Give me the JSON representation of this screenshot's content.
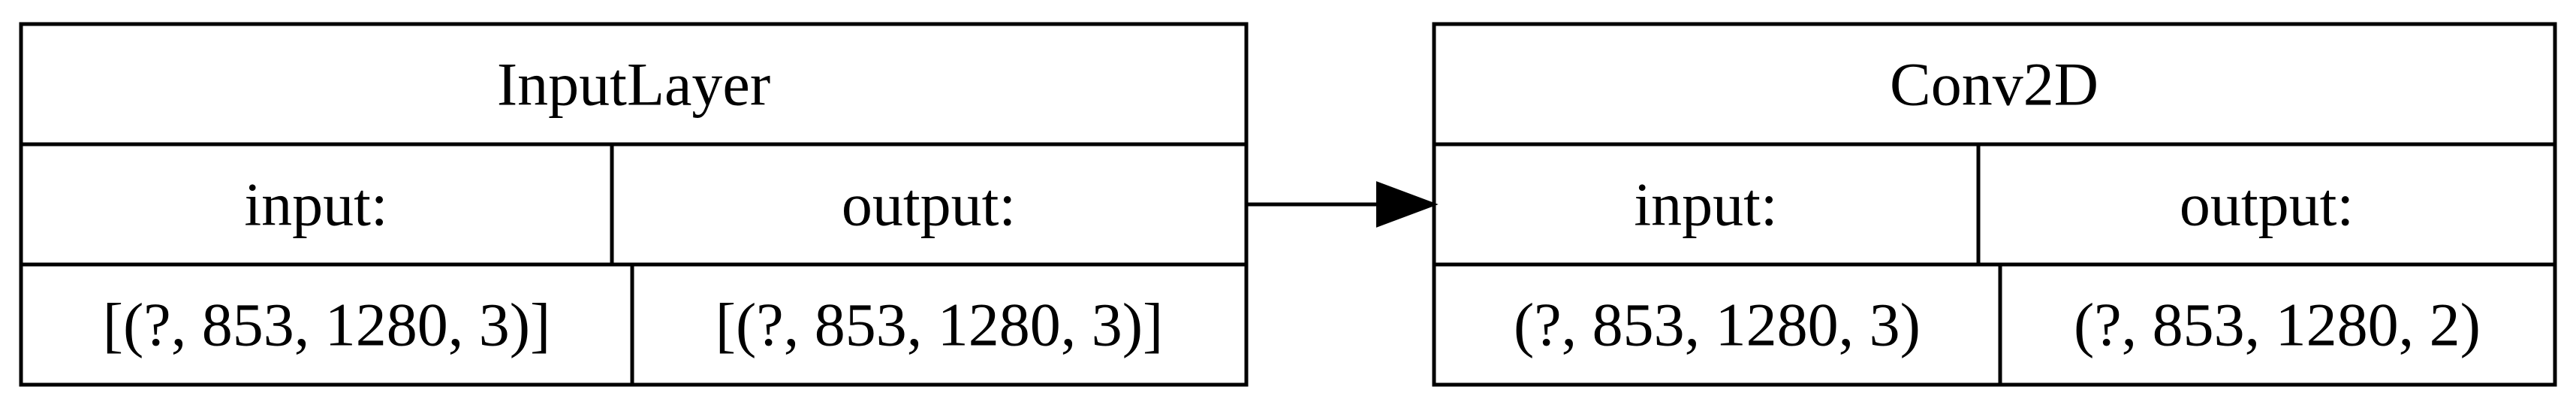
{
  "colors": {
    "stroke": "#000000",
    "background": "#ffffff",
    "text": "#000000"
  },
  "nodes": [
    {
      "title": "InputLayer",
      "input_label": "input:",
      "output_label": "output:",
      "input_shape": "[(?, 853, 1280, 3)]",
      "output_shape": "[(?, 853, 1280, 3)]"
    },
    {
      "title": "Conv2D",
      "input_label": "input:",
      "output_label": "output:",
      "input_shape": "(?, 853, 1280, 3)",
      "output_shape": "(?, 853, 1280, 2)"
    }
  ],
  "edges": [
    {
      "from": "InputLayer",
      "to": "Conv2D"
    }
  ]
}
